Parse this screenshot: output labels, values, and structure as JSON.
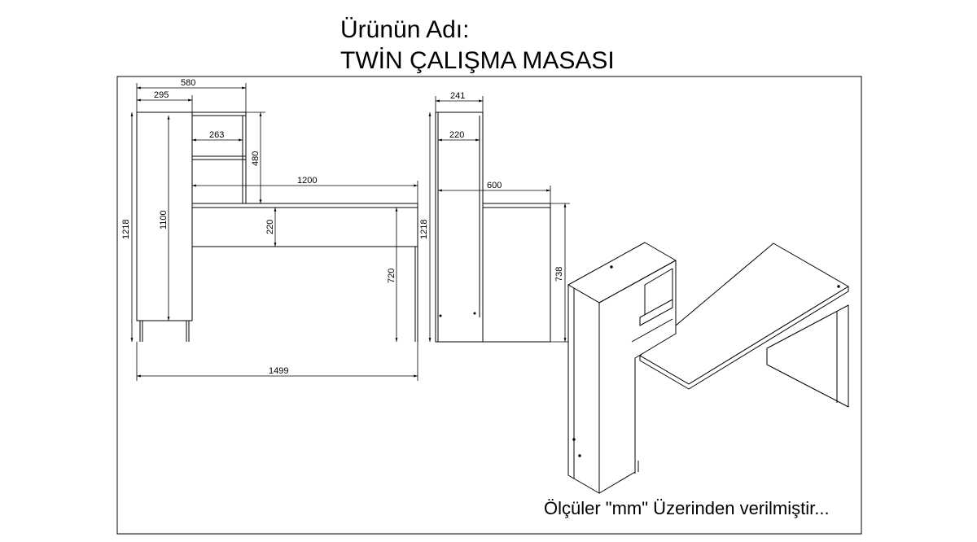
{
  "title": {
    "line1": "Ürünün Adı:",
    "line2": "TWİN ÇALIŞMA MASASI"
  },
  "footer_note": "Ölçüler \"mm\" Üzerinden verilmiştir...",
  "dimensions": {
    "front_total_depth": "580",
    "front_tower_width": "295",
    "shelf_width": "263",
    "upper_section_height": "480",
    "desk_length": "1200",
    "tower_height": "1218",
    "inner_height": "1100",
    "desk_panel_height": "220",
    "desk_height": "720",
    "total_width": "1499",
    "side_tower_depth": "241",
    "side_inner_depth": "220",
    "side_desk_depth": "600",
    "side_height": "1218",
    "side_desk_height": "738"
  }
}
